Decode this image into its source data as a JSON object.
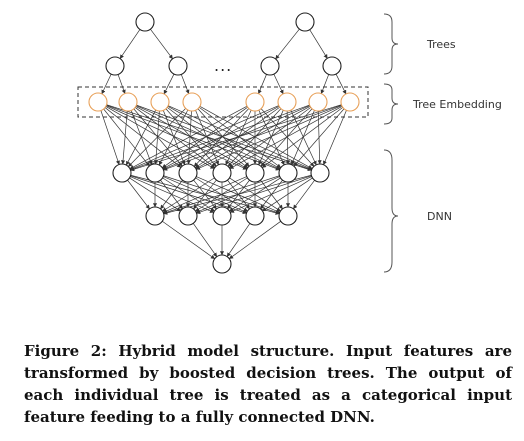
{
  "labels": {
    "trees": "Trees",
    "tree_embedding": "Tree Embedding",
    "dnn": "DNN",
    "ellipsis": "..."
  },
  "caption": "Figure 2: Hybrid model structure. Input features are transformed by boosted decision trees. The output of each individual tree is treated as a categorical input feature feeding to a fully connected DNN.",
  "colors": {
    "node_stroke": "#222222",
    "embedding_node": "#e8a15a",
    "edge": "#333333",
    "dashed_box": "#333333",
    "bracket": "#555555"
  }
}
